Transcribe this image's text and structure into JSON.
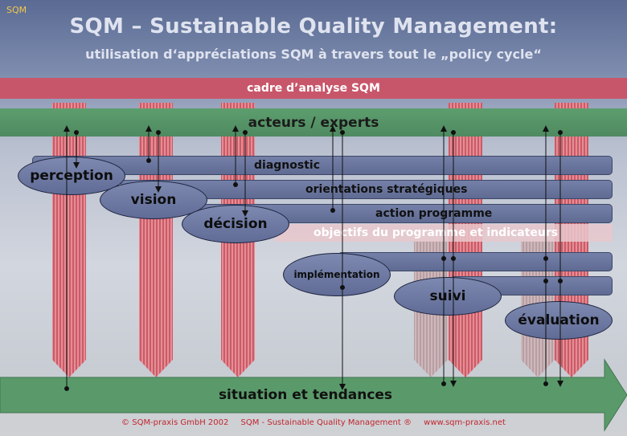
{
  "logo": "SQM",
  "title": "SQM – Sustainable Quality Management:",
  "subtitle": "utilisation d‘appréciations SQM à travers tout le „policy cycle“",
  "bands": {
    "top": "cadre d’analyse SQM",
    "actors": "acteurs / experts",
    "bottom": "situation et tendances"
  },
  "bars": {
    "diagnostic": "diagnostic",
    "orientations": "orientations stratégiques",
    "action": "action programme",
    "objectifs": "objectifs du programme et indicateurs"
  },
  "phases": {
    "perception": "perception",
    "vision": "vision",
    "decision": "décision",
    "implementation": "implémentation",
    "suivi": "suivi",
    "evaluation": "évaluation"
  },
  "footer": {
    "copyright": "© SQM-praxis GmbH 2002",
    "name": "SQM - Sustainable Quality Management ®",
    "url": "www.sqm-praxis.net"
  },
  "colors": {
    "red_band": "#c8566a",
    "green_band": "#5c9e6e",
    "bar_fill": "#6a76a0",
    "footer_text": "#c0262f",
    "title_text": "#dfe3ef"
  }
}
